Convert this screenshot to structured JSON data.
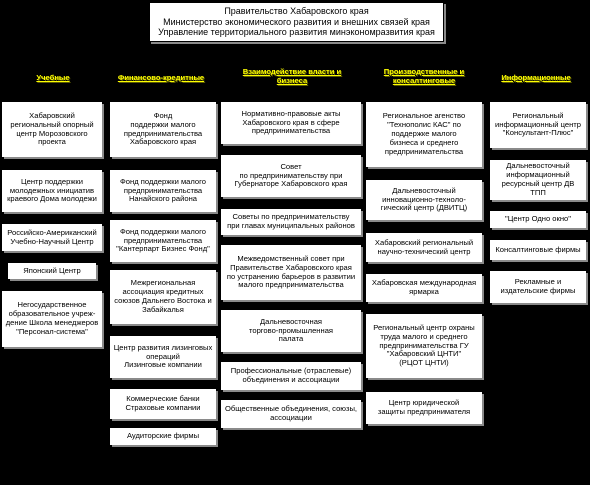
{
  "header": {
    "line1": "Правительство Хабаровского края",
    "line2": "Министерство экономического развития и внешних связей края",
    "line3": "Управление территориального развития минэкономразвития края"
  },
  "columns": [
    {
      "title": "Учебные",
      "boxes": [
        "Хабаровский региональный опорный центр Морозовского проекта",
        "Центр поддержки молодежных инициатив краевого Дома молодежи",
        "Российско-Американский Учебно-Научный Центр",
        "Японский Центр",
        "Негосударственное образовательное учреж-дение Школа менеджеров \"Персонал-система\""
      ]
    },
    {
      "title": "Финансово-кредитные",
      "boxes": [
        "Фонд\nподдержки малого\nпредпринимательства\nХабаровского края",
        "Фонд поддержки малого\nпредпринимательства\nНанайского района",
        "Фонд поддержки малого\nпредпринимательства\n\"Кантерпарт Бизнес Фонд\"",
        "Межрегиональная\nассоциация кредитных\nсоюзов Дальнего Востока и\nЗабайкалья",
        "Центр развития лизинговых\nопераций\nЛизинговые компании",
        "Коммерческие банки\nСтраховые компании",
        "Аудиторские фирмы"
      ]
    },
    {
      "title": "Взаимодействие власти и\nбизнеса",
      "boxes": [
        "Нормативно-правовые акты\nХабаровского края в сфере\nпредпринимательства",
        "Совет\nпо предпринимательству при\nГубернаторе Хабаровского края",
        "Советы по предпринимательству\nпри главах муниципальных районов",
        "Межведомственный совет при\nПравительстве Хабаровского края\nпо устранению барьеров в развитии\nмалого предпринимательства",
        "Дальневосточная\nторгово-промышленная\nпалата",
        "Профессиональные (отраслевые)\nобъединения и ассоциации",
        "Общественные объединения, союзы,\nассоциации"
      ]
    },
    {
      "title": "Производственные и\nконсалтинговые",
      "boxes": [
        "Региональное агенство\n\"Технополис КАС\" по\nподдержке малого\nбизнеса и среднего\nпредпринимательства",
        "Дальневосточный\nинновационно-техноло-\nгический центр (ДВИТЦ)",
        "Хабаровский региональный\nнаучно-технический центр",
        "Хабаровская международная\nярмарка",
        "Региональный центр охраны\nтруда малого и среднего\nпредпринимательства ГУ\n\"Хабаровский ЦНТИ\"\n(РЦОТ ЦНТИ)",
        "Центр юридической\nзащиты предпринимателя"
      ]
    },
    {
      "title": "Информационные",
      "boxes": [
        "Региональный\nинформационный центр\n\"Консультант-Плюс\"",
        "Дальневосточный\nинформационный\nресурсный центр ДВ ТПП",
        "\"Центр Одно окно\"",
        "Консалтинговые фирмы",
        "Рекламные и\nиздательские фирмы"
      ]
    }
  ]
}
